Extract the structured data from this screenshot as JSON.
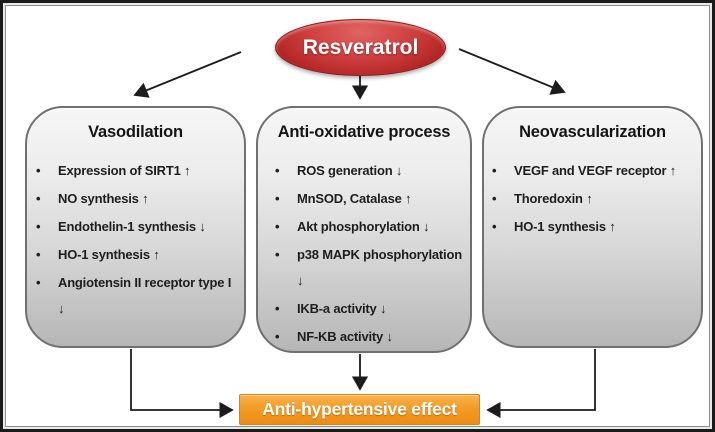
{
  "diagram": {
    "bullet": "•",
    "root_label": "Resveratrol",
    "boxes": [
      {
        "title": "Vasodilation",
        "items": [
          "Expression of SIRT1 ↑",
          "NO synthesis ↑",
          "Endothelin-1 synthesis ↓",
          "HO-1 synthesis ↑",
          "Angiotensin II receptor type I ↓"
        ]
      },
      {
        "title": "Anti-oxidative process",
        "items": [
          "ROS generation ↓",
          "MnSOD, Catalase ↑",
          "Akt phosphorylation ↓",
          "p38 MAPK phosphorylation ↓",
          "IKB-a activity ↓",
          "NF-KB activity ↓"
        ]
      },
      {
        "title": "Neovascularization",
        "items": [
          "VEGF and VEGF receptor ↑",
          "Thoredoxin ↑",
          "HO-1 synthesis ↑"
        ]
      }
    ],
    "outcome_label": "Anti-hypertensive effect",
    "colors": {
      "root_fill": "#c23030",
      "root_border": "#8f1b1b",
      "box_fill_top": "#f6f6f6",
      "box_fill_bottom": "#b6b6b6",
      "box_border": "#707070",
      "outcome_fill_top": "#f9b34a",
      "outcome_fill_bottom": "#ee8c14",
      "outcome_border": "#dd7f12",
      "arrow": "#1c1c1c",
      "text": "#1e1e1e",
      "frame_border": "#1a1a1a"
    }
  }
}
